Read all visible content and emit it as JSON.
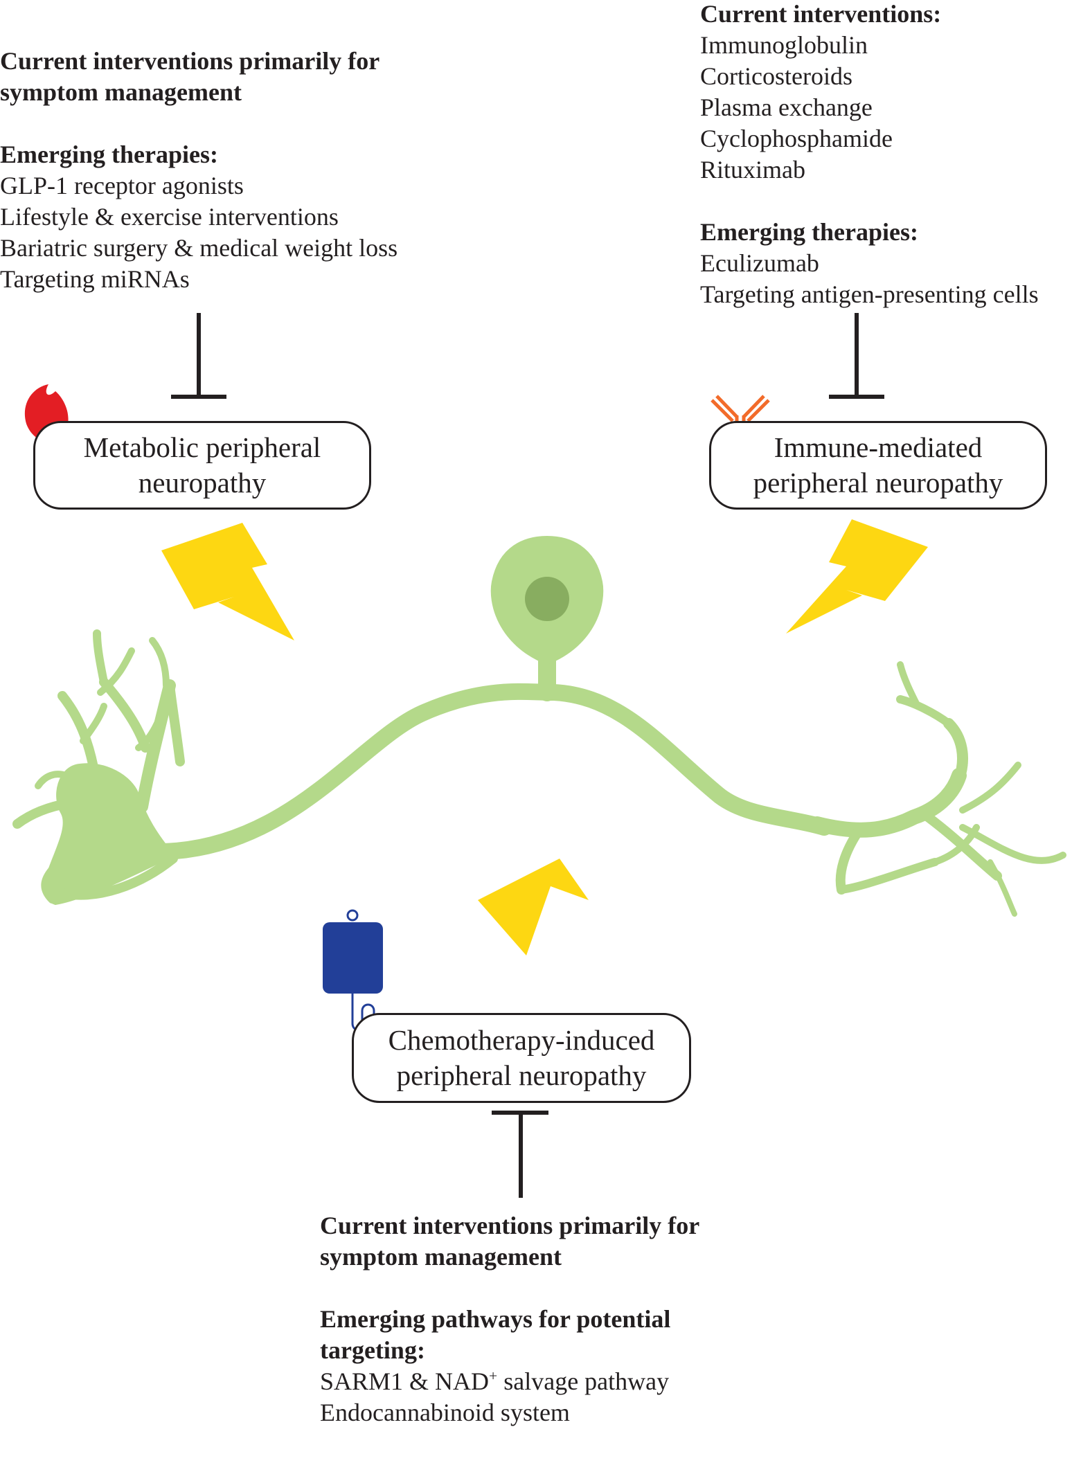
{
  "metabolic": {
    "label_line1": "Metabolic peripheral",
    "label_line2": "neuropathy",
    "current_line1": "Current interventions primarily for",
    "current_line2": "symptom management",
    "emerging_heading": "Emerging therapies:",
    "emerging_items": [
      "GLP-1 receptor agonists",
      "Lifestyle & exercise interventions",
      "Bariatric surgery & medical weight loss",
      "Targeting miRNAs"
    ]
  },
  "immune": {
    "label_line1": "Immune-mediated",
    "label_line2": "peripheral neuropathy",
    "current_heading": "Current interventions:",
    "current_items": [
      "Immunoglobulin",
      "Corticosteroids",
      "Plasma exchange",
      "Cyclophosphamide",
      "Rituximab"
    ],
    "emerging_heading": "Emerging therapies:",
    "emerging_items": [
      "Eculizumab",
      "Targeting antigen-presenting cells"
    ]
  },
  "chemo": {
    "label_line1": "Chemotherapy-induced",
    "label_line2": "peripheral neuropathy",
    "current_line1": "Current interventions primarily for",
    "current_line2": "symptom management",
    "emerging_heading_line1": "Emerging pathways for potential",
    "emerging_heading_line2": "targeting:",
    "pathway1_pre": "SARM1 & NAD",
    "pathway1_sup": "+",
    "pathway1_post": " salvage pathway",
    "pathway2": "Endocannabinoid system"
  },
  "colors": {
    "neuron": "#b4d98a",
    "nucleus": "#88ad60",
    "bolt": "#fdd712",
    "blood_drop": "#e31e24",
    "antibody": "#f26b2a",
    "iv_bag": "#223f98",
    "line": "#231f20"
  },
  "icons": [
    "blood-drop-icon",
    "antibody-icon",
    "iv-bag-icon",
    "lightning-icon",
    "inhibition-icon",
    "neuron-illustration"
  ]
}
